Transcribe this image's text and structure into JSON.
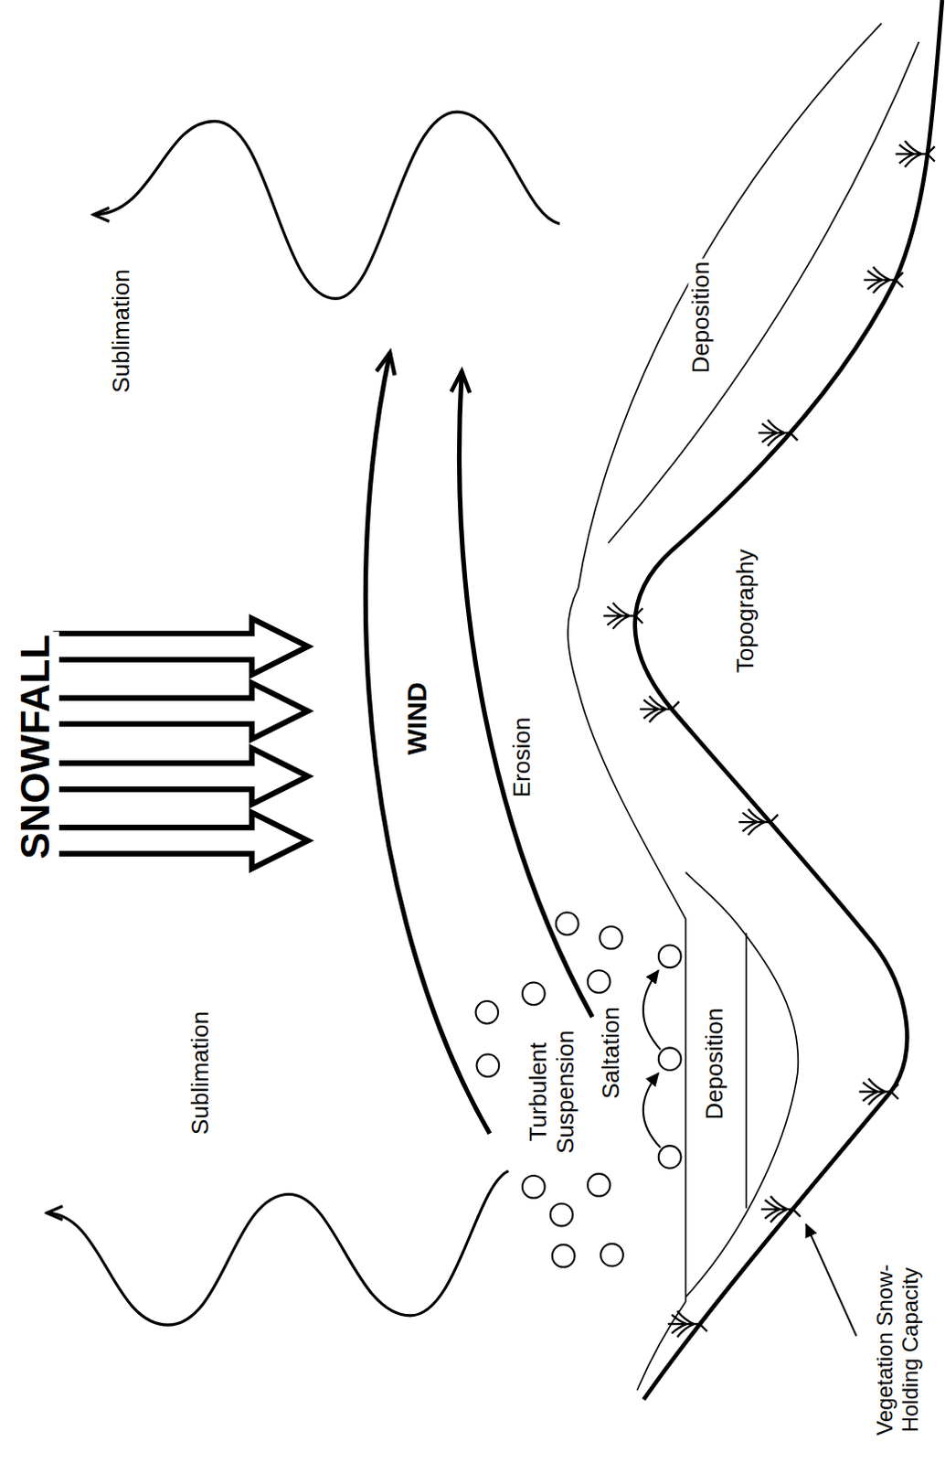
{
  "diagram": {
    "labels": [
      "SNOWFALL",
      "WIND",
      "Sublimation",
      "Sublimation",
      "Erosion",
      "Turbulent Suspension",
      "Saltation",
      "Deposition",
      "Deposition",
      "Topography",
      "Vegetation Snow-Holding Capacity"
    ]
  }
}
